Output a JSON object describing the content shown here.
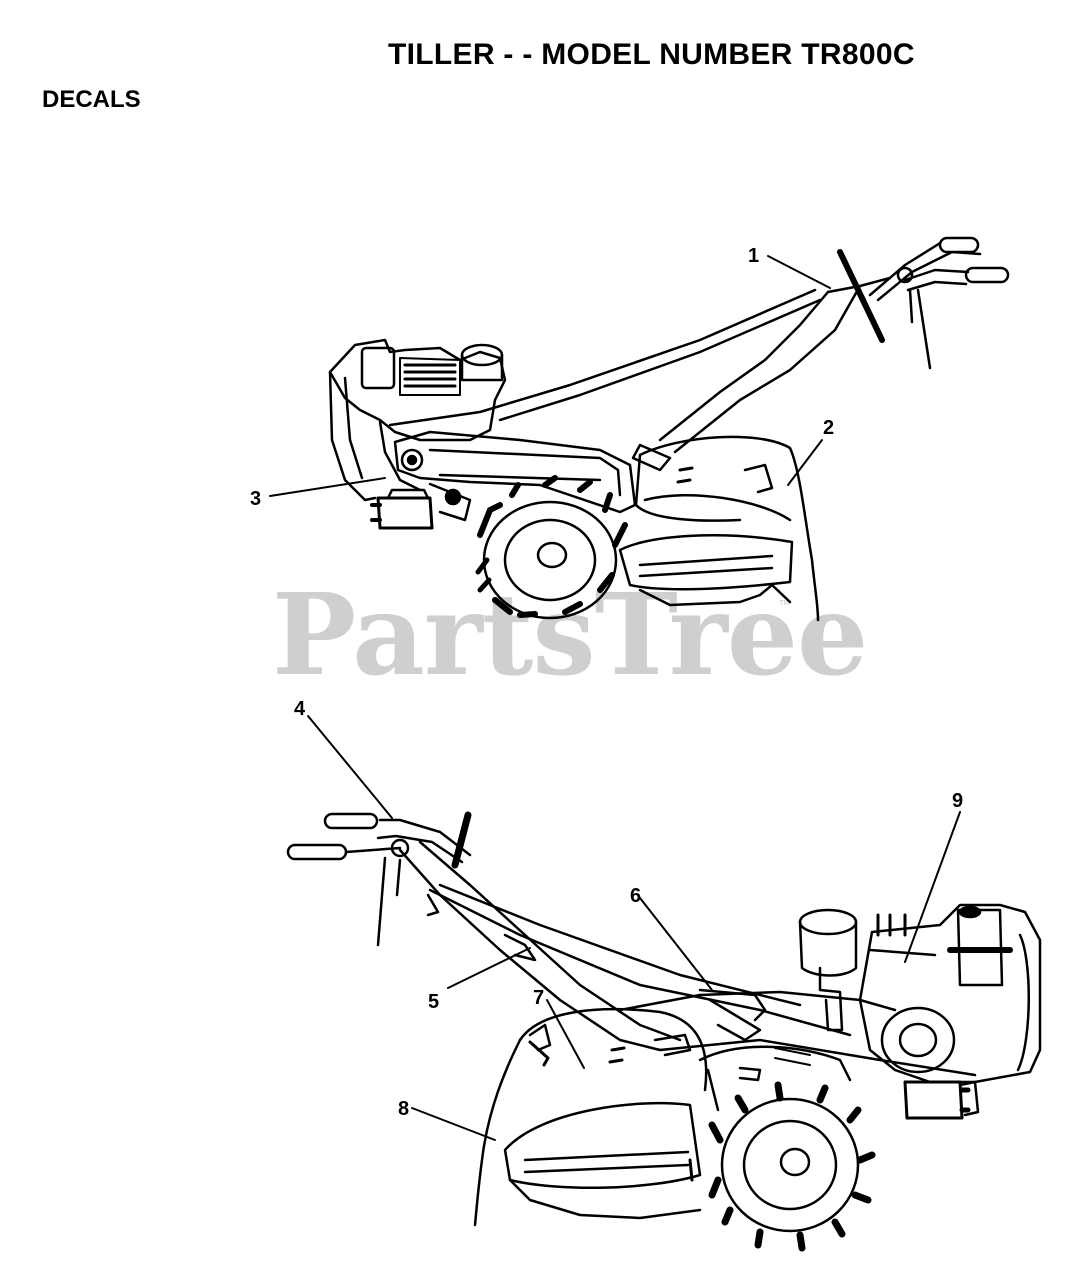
{
  "header": {
    "title": "TILLER - - MODEL NUMBER TR800C",
    "section": "DECALS"
  },
  "watermark": {
    "text": "PartsTree",
    "trademark": "™"
  },
  "callouts": [
    "1",
    "2",
    "3",
    "4",
    "5",
    "6",
    "7",
    "8",
    "9"
  ],
  "colors": {
    "ink": "#000000",
    "paper": "#ffffff",
    "watermark": "#cfcfcf"
  }
}
